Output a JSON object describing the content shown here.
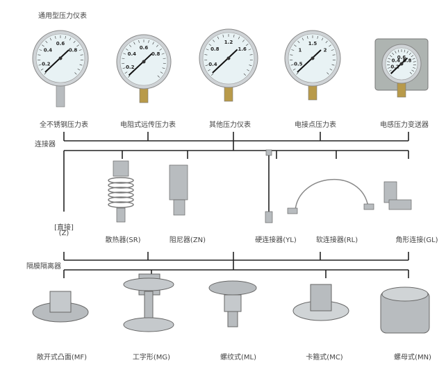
{
  "title": "通用型压力仪表",
  "gauges": [
    {
      "label": "全不锈钢压力表",
      "scale": [
        "0.2",
        "0.4",
        "0.6",
        "0.8"
      ]
    },
    {
      "label": "电阻式远传压力表",
      "scale": [
        "0.2",
        "0.4",
        "0.6",
        "0.8"
      ]
    },
    {
      "label": "其他压力仪表",
      "scale": [
        "0.4",
        "0.8",
        "1.2",
        "1.6"
      ]
    },
    {
      "label": "电接点压力表",
      "scale": [
        "0.5",
        "1",
        "1.5",
        "2"
      ]
    },
    {
      "label": "电感压力变送器",
      "scale": [
        "0.2",
        "0.4",
        "0.6",
        "0.8"
      ]
    }
  ],
  "connectors_section": "连接器",
  "direct": {
    "line1": "[直接]",
    "line2": "(Z)"
  },
  "connectors": [
    {
      "label": "散热器(SR)"
    },
    {
      "label": "阻尼器(ZN)"
    },
    {
      "label": "硬连接器(YL)"
    },
    {
      "label": "软连接器(RL)"
    },
    {
      "label": "角形连接(GL)"
    }
  ],
  "diaphragm_section": "隔膜隔离器",
  "diaphragms": [
    {
      "label": "敞开式凸面(MF)"
    },
    {
      "label": "工字形(MG)"
    },
    {
      "label": "螺纹式(ML)"
    },
    {
      "label": "卡箍式(MC)"
    },
    {
      "label": "螺母式(MN)"
    }
  ],
  "colors": {
    "line": "#222222",
    "dial": "#e8f2f4",
    "steel": "#b8bcbf",
    "brass": "#b89a4a"
  }
}
